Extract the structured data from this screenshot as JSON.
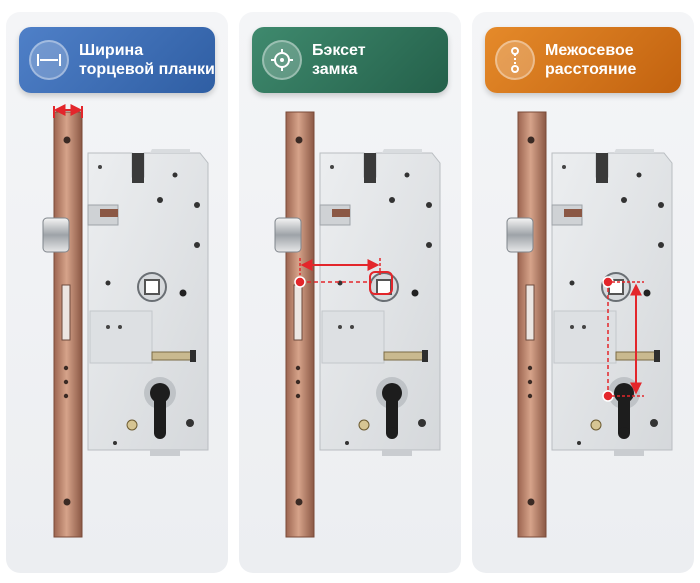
{
  "badges": {
    "faceplate_width": {
      "line1": "Ширина",
      "line2": "торцевой планки",
      "icon": "width-arrows-icon",
      "color": "#3d6cb4"
    },
    "backset": {
      "line1": "Бэксет",
      "line2": "замка",
      "icon": "crosshair-icon",
      "color": "#2f7058"
    },
    "center_distance": {
      "line1": "Межосевое",
      "line2": "расстояние",
      "icon": "distance-points-icon",
      "color": "#d6751c"
    }
  },
  "colors": {
    "faceplate": "#c38a6f",
    "lock_body": "#e3e5e7",
    "marker": "#e3262b"
  }
}
